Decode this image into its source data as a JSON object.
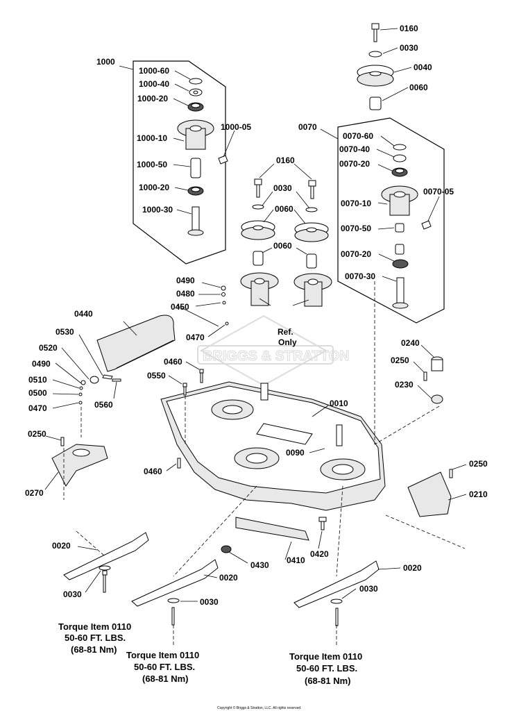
{
  "watermark": "BRIGGS & STRATTON",
  "reference_note": [
    "Ref.",
    "Only"
  ],
  "part_labels": {
    "p1000": "1000",
    "p1000_60": "1000-60",
    "p1000_40": "1000-40",
    "p1000_20a": "1000-20",
    "p1000_10": "1000-10",
    "p1000_05": "1000-05",
    "p1000_50": "1000-50",
    "p1000_20b": "1000-20",
    "p1000_30": "1000-30",
    "p0160a": "0160",
    "p0030a": "0030",
    "p0040": "0040",
    "p0060a": "0060",
    "p0070": "0070",
    "p0070_60": "0070-60",
    "p0070_40": "0070-40",
    "p0070_20a": "0070-20",
    "p0070_05": "0070-05",
    "p0070_10": "0070-10",
    "p0070_50": "0070-50",
    "p0070_20b": "0070-20",
    "p0070_30": "0070-30",
    "p0160b": "0160",
    "p0030b": "0030",
    "p0060b": "0060",
    "p0060c": "0060",
    "p0490a": "0490",
    "p0480": "0480",
    "p0450": "0450",
    "p0440": "0440",
    "p0470a": "0470",
    "p0530": "0530",
    "p0520": "0520",
    "p0490b": "0490",
    "p0510": "0510",
    "p0500": "0500",
    "p0470b": "0470",
    "p0560": "0560",
    "p0460a": "0460",
    "p0550": "0550",
    "p0240": "0240",
    "p0250a": "0250",
    "p0230": "0230",
    "p0010": "0010",
    "p0250b": "0250",
    "p0270": "0270",
    "p0460b": "0460",
    "p0090": "0090",
    "p0250c": "0250",
    "p0210": "0210",
    "p0020a": "0020",
    "p0430": "0430",
    "p0410": "0410",
    "p0420": "0420",
    "p0020b": "0020",
    "p0020c": "0020",
    "p0030c": "0030",
    "p0030d": "0030",
    "p0030e": "0030"
  },
  "torque_notes": [
    {
      "line1": "Torque Item 0110",
      "line2": "50-60 FT. LBS.",
      "line3": "(68-81 Nm)"
    },
    {
      "line1": "Torque Item 0110",
      "line2": "50-60 FT. LBS.",
      "line3": "(68-81 Nm)"
    },
    {
      "line1": "Torque Item 0110",
      "line2": "50-60 FT. LBS.",
      "line3": "(68-81 Nm)"
    }
  ],
  "copyright": "Copyright © Briggs & Stratton, LLC. All rights reserved."
}
